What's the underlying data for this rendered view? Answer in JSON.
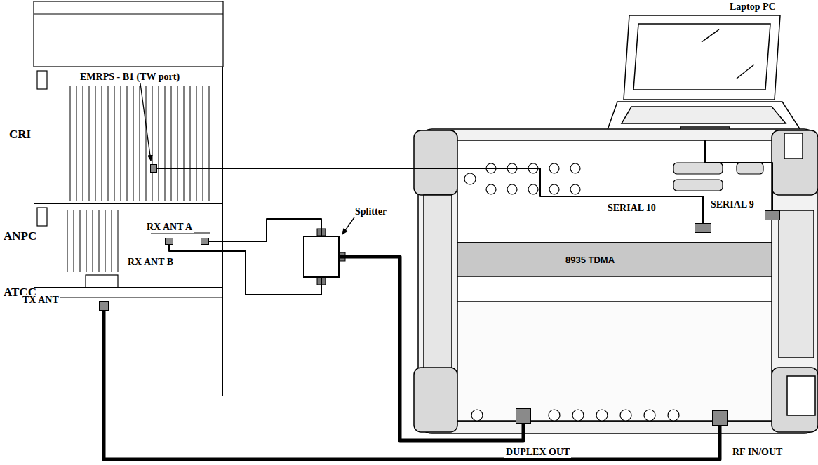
{
  "diagram": {
    "nodes": [
      {
        "text": [
          "CRI"
        ]
      },
      {
        "text": [
          "EMRPS - B1 (TW port)"
        ],
        "in": 0
      },
      {
        "text": [
          "ANPC"
        ]
      },
      {
        "text": [
          "RX ANT A"
        ],
        "in": 2
      },
      {
        "text": [
          "RX ANT B"
        ],
        "in": 2
      },
      {
        "text": [
          "ATCC"
        ]
      },
      {
        "text": [
          "TX ANT"
        ],
        "in": 5
      },
      {
        "text": [
          "Splitter"
        ]
      },
      {
        "text": [
          "Laptop PC"
        ]
      },
      {
        "text": [
          "8935 TDMA"
        ]
      },
      {
        "text": [
          "SERIAL 10"
        ],
        "in": 9
      },
      {
        "text": [
          "SERIAL 9"
        ],
        "in": 9
      },
      {
        "text": [
          "DUPLEX OUT"
        ],
        "in": 9
      },
      {
        "text": [
          "RF IN/OUT"
        ],
        "in": 9
      }
    ],
    "edges": [
      {
        "from": 1,
        "to": 10,
        "arrow": "none"
      },
      {
        "from": 8,
        "to": 11,
        "arrow": "none"
      },
      {
        "from": 3,
        "to": 7,
        "arrow": "none"
      },
      {
        "from": 4,
        "to": 7,
        "arrow": "none"
      },
      {
        "from": 7,
        "to": 12,
        "arrow": "none"
      },
      {
        "from": 6,
        "to": 13,
        "arrow": "none"
      }
    ]
  }
}
